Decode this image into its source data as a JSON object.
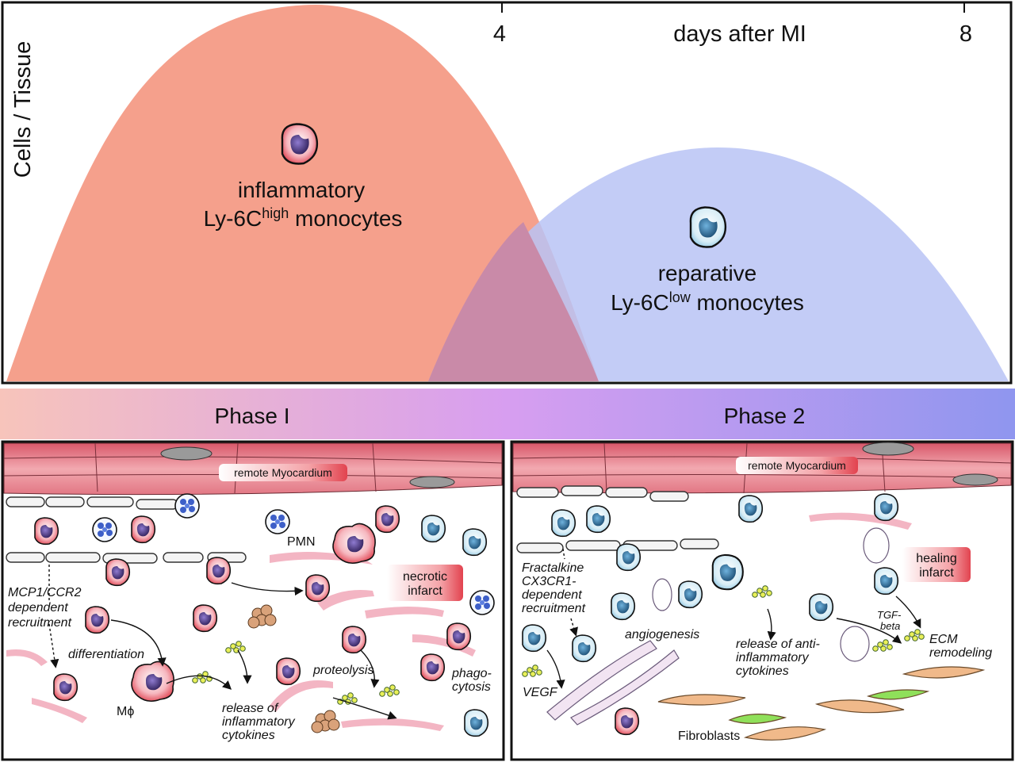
{
  "top_panel": {
    "y_axis_label": "Cells / Tissue",
    "x_axis_label": "days after MI",
    "ticks": [
      "4",
      "8"
    ],
    "inflammatory": {
      "line1": "inflammatory",
      "prefix": "Ly-6C",
      "superscript": "high",
      "suffix": " monocytes"
    },
    "reparative": {
      "line1": "reparative",
      "prefix": "Ly-6C",
      "superscript": "low",
      "suffix": " monocytes"
    }
  },
  "phase_bar": {
    "phase1": "Phase I",
    "phase2": "Phase 2"
  },
  "left_panel": {
    "myocardium": "remote Myocardium",
    "pmn": "PMN",
    "necrotic": [
      "necrotic",
      "infarct"
    ],
    "recruitment": [
      "MCP1/CCR2",
      "dependent",
      "recruitment"
    ],
    "differentiation": "differentiation",
    "macrophage": "Mϕ",
    "cytokines": [
      "release of",
      "inflammatory",
      "cytokines"
    ],
    "proteolysis": "proteolysis",
    "phagocytosis": [
      "phago-",
      "cytosis"
    ]
  },
  "right_panel": {
    "myocardium": "remote Myocardium",
    "healing": [
      "healing",
      "infarct"
    ],
    "recruitment": [
      "Fractalkine",
      "CX3CR1-",
      "dependent",
      "recruitment"
    ],
    "angiogenesis": "angiogenesis",
    "antiinflammatory": [
      "release of anti-",
      "inflammatory",
      "cytokines"
    ],
    "tgf": [
      "TGF-",
      "beta"
    ],
    "ecm": [
      "ECM",
      "remodeling"
    ],
    "vegf": "VEGF",
    "fibroblasts": "Fibroblasts"
  },
  "colors": {
    "inflammatory_fill": "#f5a08c",
    "reparative_fill": "#b9c3f4",
    "overlap_fill": "#c98aa8",
    "phase_bar_left": "#f7c4bb",
    "phase_bar_mid": "#d79ef0",
    "phase_bar_right": "#8f96ef",
    "muscle": "#e47a86",
    "fibroblast": "#f0b98a"
  }
}
